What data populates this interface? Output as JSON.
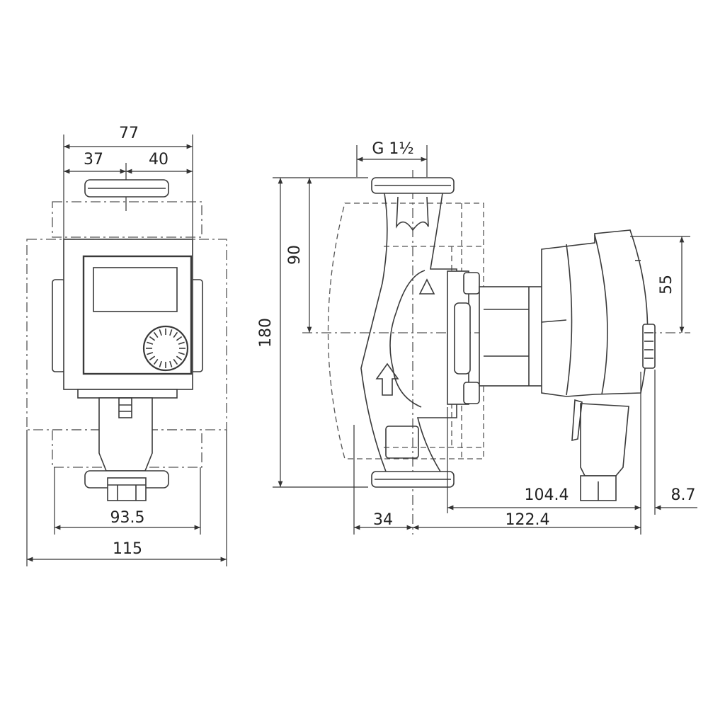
{
  "drawing": {
    "front_view": {
      "dim_total_top": "77",
      "dim_left": "37",
      "dim_right": "40",
      "dim_flange_width": "93.5",
      "dim_overall_width": "115"
    },
    "side_view": {
      "dim_thread": "G 1½",
      "dim_height": "180",
      "dim_half_height": "90",
      "dim_motor_offset": "55",
      "dim_axis_to_front": "34",
      "dim_axis_to_end": "122.4",
      "dim_flange_to_end": "104.4",
      "dim_knob": "8.7"
    }
  }
}
